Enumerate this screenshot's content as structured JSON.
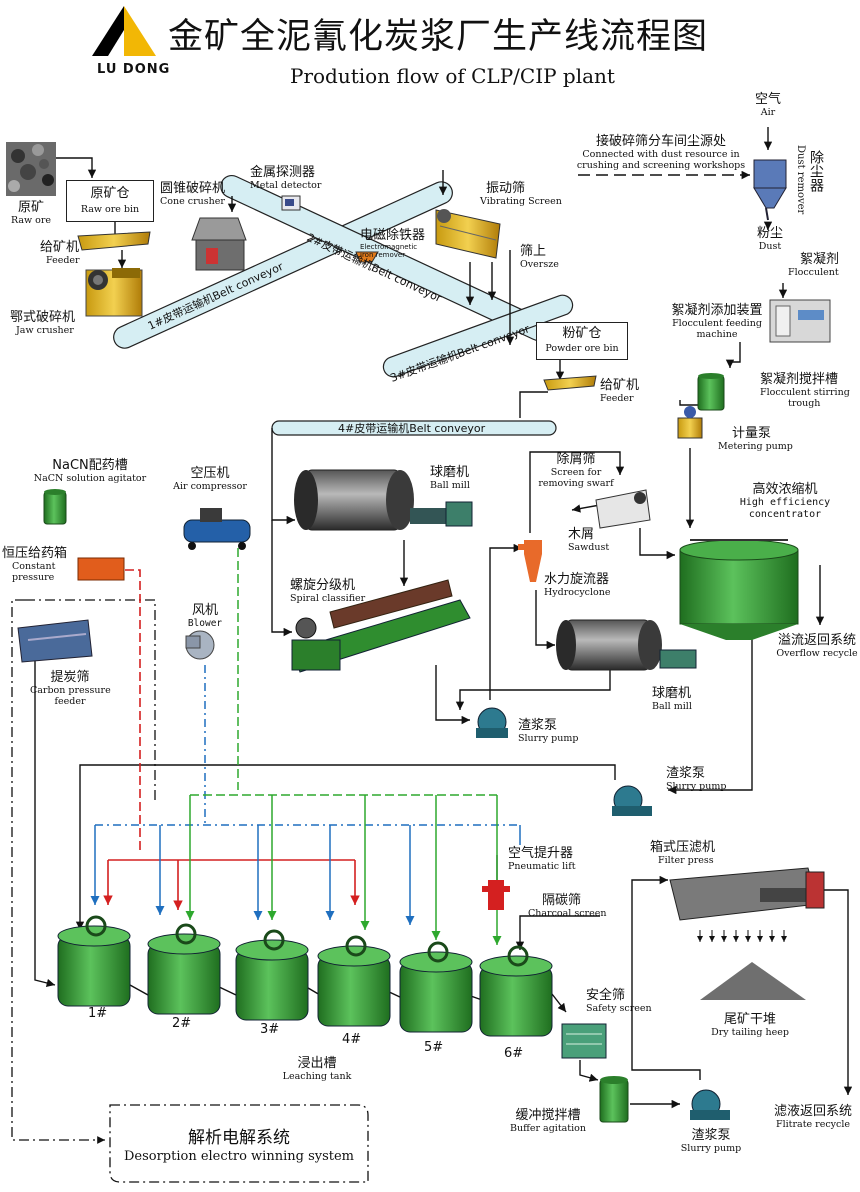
{
  "brand": {
    "logo_text": "LU DONG"
  },
  "title": {
    "zh": "金矿全泥氰化炭浆厂生产线流程图",
    "en": "Prodution flow of  CLP/CIP  plant"
  },
  "nodes": {
    "raw_ore": {
      "zh": "原矿",
      "en": "Raw ore"
    },
    "raw_ore_bin": {
      "zh": "原矿仓",
      "en": "Raw ore bin"
    },
    "feeder1": {
      "zh": "给矿机",
      "en": "Feeder"
    },
    "jaw_crusher": {
      "zh": "鄂式破碎机",
      "en": "Jaw crusher"
    },
    "cone_crusher": {
      "zh": "圆锥破碎机",
      "en": "Cone crusher"
    },
    "metal_detector": {
      "zh": "金属探测器",
      "en": "Metal detector"
    },
    "em_iron_remover": {
      "zh": "电磁除铁器",
      "en": "Electromagnetic iron remover"
    },
    "vibrating_screen": {
      "zh": "振动筛",
      "en": "Vibrating  Screen"
    },
    "oversize": {
      "zh": "筛上",
      "en": "Oversze"
    },
    "powder_ore_bin": {
      "zh": "粉矿仓",
      "en": "Powder ore bin"
    },
    "feeder2": {
      "zh": "给矿机",
      "en": "Feeder"
    },
    "air": {
      "zh": "空气",
      "en": "Air"
    },
    "dust_source": {
      "zh": "接破碎筛分车间尘源处",
      "en1": "Connected with dust resource in",
      "en2": "crushing and screening workshops"
    },
    "dust_remover": {
      "zh": "除尘器",
      "en": "Dust remover"
    },
    "dust": {
      "zh": "粉尘",
      "en": "Dust"
    },
    "flocculent": {
      "zh": "絮凝剂",
      "en": "Flocculent"
    },
    "flocculent_feeding": {
      "zh": "絮凝剂添加装置",
      "en1": "Flocculent feeding",
      "en2": "machine"
    },
    "flocculent_trough": {
      "zh": "絮凝剂搅拌槽",
      "en1": "Flocculent stirring",
      "en2": "trough"
    },
    "metering_pump": {
      "zh": "计量泵",
      "en": "Metering pump"
    },
    "nacn": {
      "zh": "NaCN配药槽",
      "en": "NaCN solution agitator"
    },
    "air_compressor": {
      "zh": "空压机",
      "en": "Air compressor"
    },
    "ball_mill1": {
      "zh": "球磨机",
      "en": "Ball  mill"
    },
    "swarf_screen": {
      "zh": "除屑筛",
      "en1": "Screen for",
      "en2": "removing swarf"
    },
    "sawdust": {
      "zh": "木屑",
      "en": "Sawdust"
    },
    "hydrocyclone": {
      "zh": "水力旋流器",
      "en": "Hydrocyclone"
    },
    "concentrator": {
      "zh": "高效浓缩机",
      "en1": "High efficiency",
      "en2": "concentrator"
    },
    "constant_pressure": {
      "zh": "恒压给药箱",
      "en1": "Constant",
      "en2": "pressure"
    },
    "blower": {
      "zh": "风机",
      "en": "Blower"
    },
    "spiral_classifier": {
      "zh": "螺旋分级机",
      "en": "Spiral classifier"
    },
    "overflow_recycle": {
      "zh": "溢流返回系统",
      "en": "Overflow recycle"
    },
    "carbon_feeder": {
      "zh": "提炭筛",
      "en1": "Carbon pressure",
      "en2": "feeder"
    },
    "ball_mill2": {
      "zh": "球磨机",
      "en": "Ball  mill"
    },
    "slurry_pump1": {
      "zh": "渣浆泵",
      "en": "Slurry pump"
    },
    "slurry_pump2": {
      "zh": "渣浆泵",
      "en": "Slurry pump"
    },
    "pneumatic_lift": {
      "zh": "空气提升器",
      "en": "Pneumatic lift"
    },
    "filter_press": {
      "zh": "箱式压滤机",
      "en": "Filter press"
    },
    "charcoal_screen": {
      "zh": "隔碳筛",
      "en": "Charcoal screen"
    },
    "safety_screen": {
      "zh": "安全筛",
      "en": "Safety screen"
    },
    "dry_tailing": {
      "zh": "尾矿干堆",
      "en": "Dry tailing heep"
    },
    "leaching_tank": {
      "zh": "浸出槽",
      "en": "Leaching tank"
    },
    "buffer_agitation": {
      "zh": "缓冲搅拌槽",
      "en": "Buffer agitation"
    },
    "slurry_pump3": {
      "zh": "渣浆泵",
      "en": "Slurry pump"
    },
    "filtrate_recycle": {
      "zh": "滤液返回系统",
      "en": "Flitrate recycle"
    },
    "desorption": {
      "zh": "解析电解系统",
      "en": "Desorption electro winning system"
    }
  },
  "conveyors": {
    "c1": "1#皮带运输机Belt conveyor",
    "c2": "2#皮带运输机Belt conveyor",
    "c3": "3#皮带运输机Belt conveyor",
    "c4": "4#皮带运输机Belt conveyor"
  },
  "tanks": [
    "1#",
    "2#",
    "3#",
    "4#",
    "5#",
    "6#"
  ],
  "colors": {
    "equipment_green": "#3a9a3a",
    "conveyor_fill": "#d6eef3",
    "red_line": "#d42020",
    "blue_line": "#1f6fbf",
    "green_line": "#2ea82e"
  }
}
